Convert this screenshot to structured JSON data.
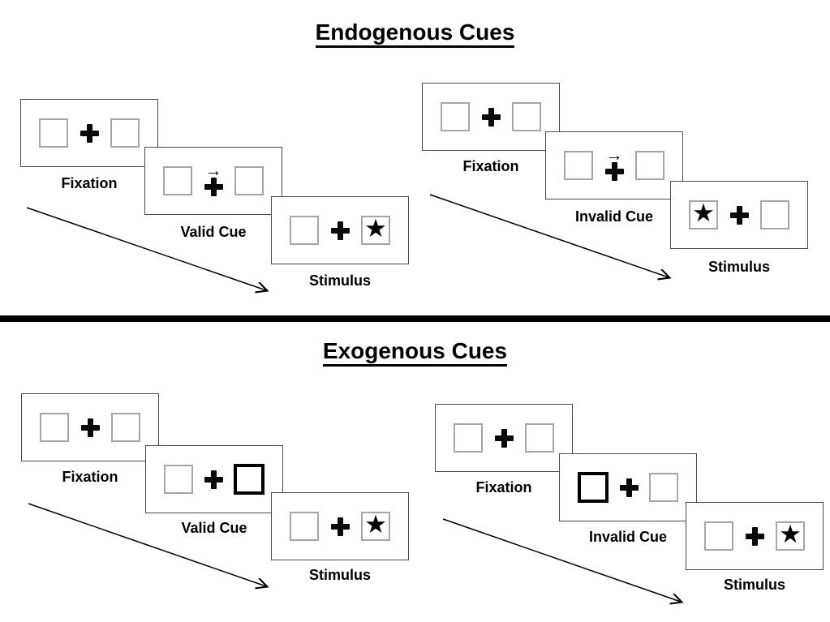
{
  "colors": {
    "background": "#ffffff",
    "ink": "#000000",
    "panel_border": "#4a4a4a",
    "square_border": "#a6a6a6",
    "cue_square_border": "#000000",
    "divider": "#000000"
  },
  "icons": {
    "star": "★",
    "cue_arrow": "→"
  },
  "endogenous": {
    "title": "Endogenous Cues",
    "valid": {
      "fixation": "Fixation",
      "cue": "Valid Cue",
      "stimulus": "Stimulus"
    },
    "invalid": {
      "fixation": "Fixation",
      "cue": "Invalid Cue",
      "stimulus": "Stimulus"
    }
  },
  "exogenous": {
    "title": "Exogenous Cues",
    "valid": {
      "fixation": "Fixation",
      "cue": "Valid Cue",
      "stimulus": "Stimulus"
    },
    "invalid": {
      "fixation": "Fixation",
      "cue": "Invalid Cue",
      "stimulus": "Stimulus"
    }
  }
}
